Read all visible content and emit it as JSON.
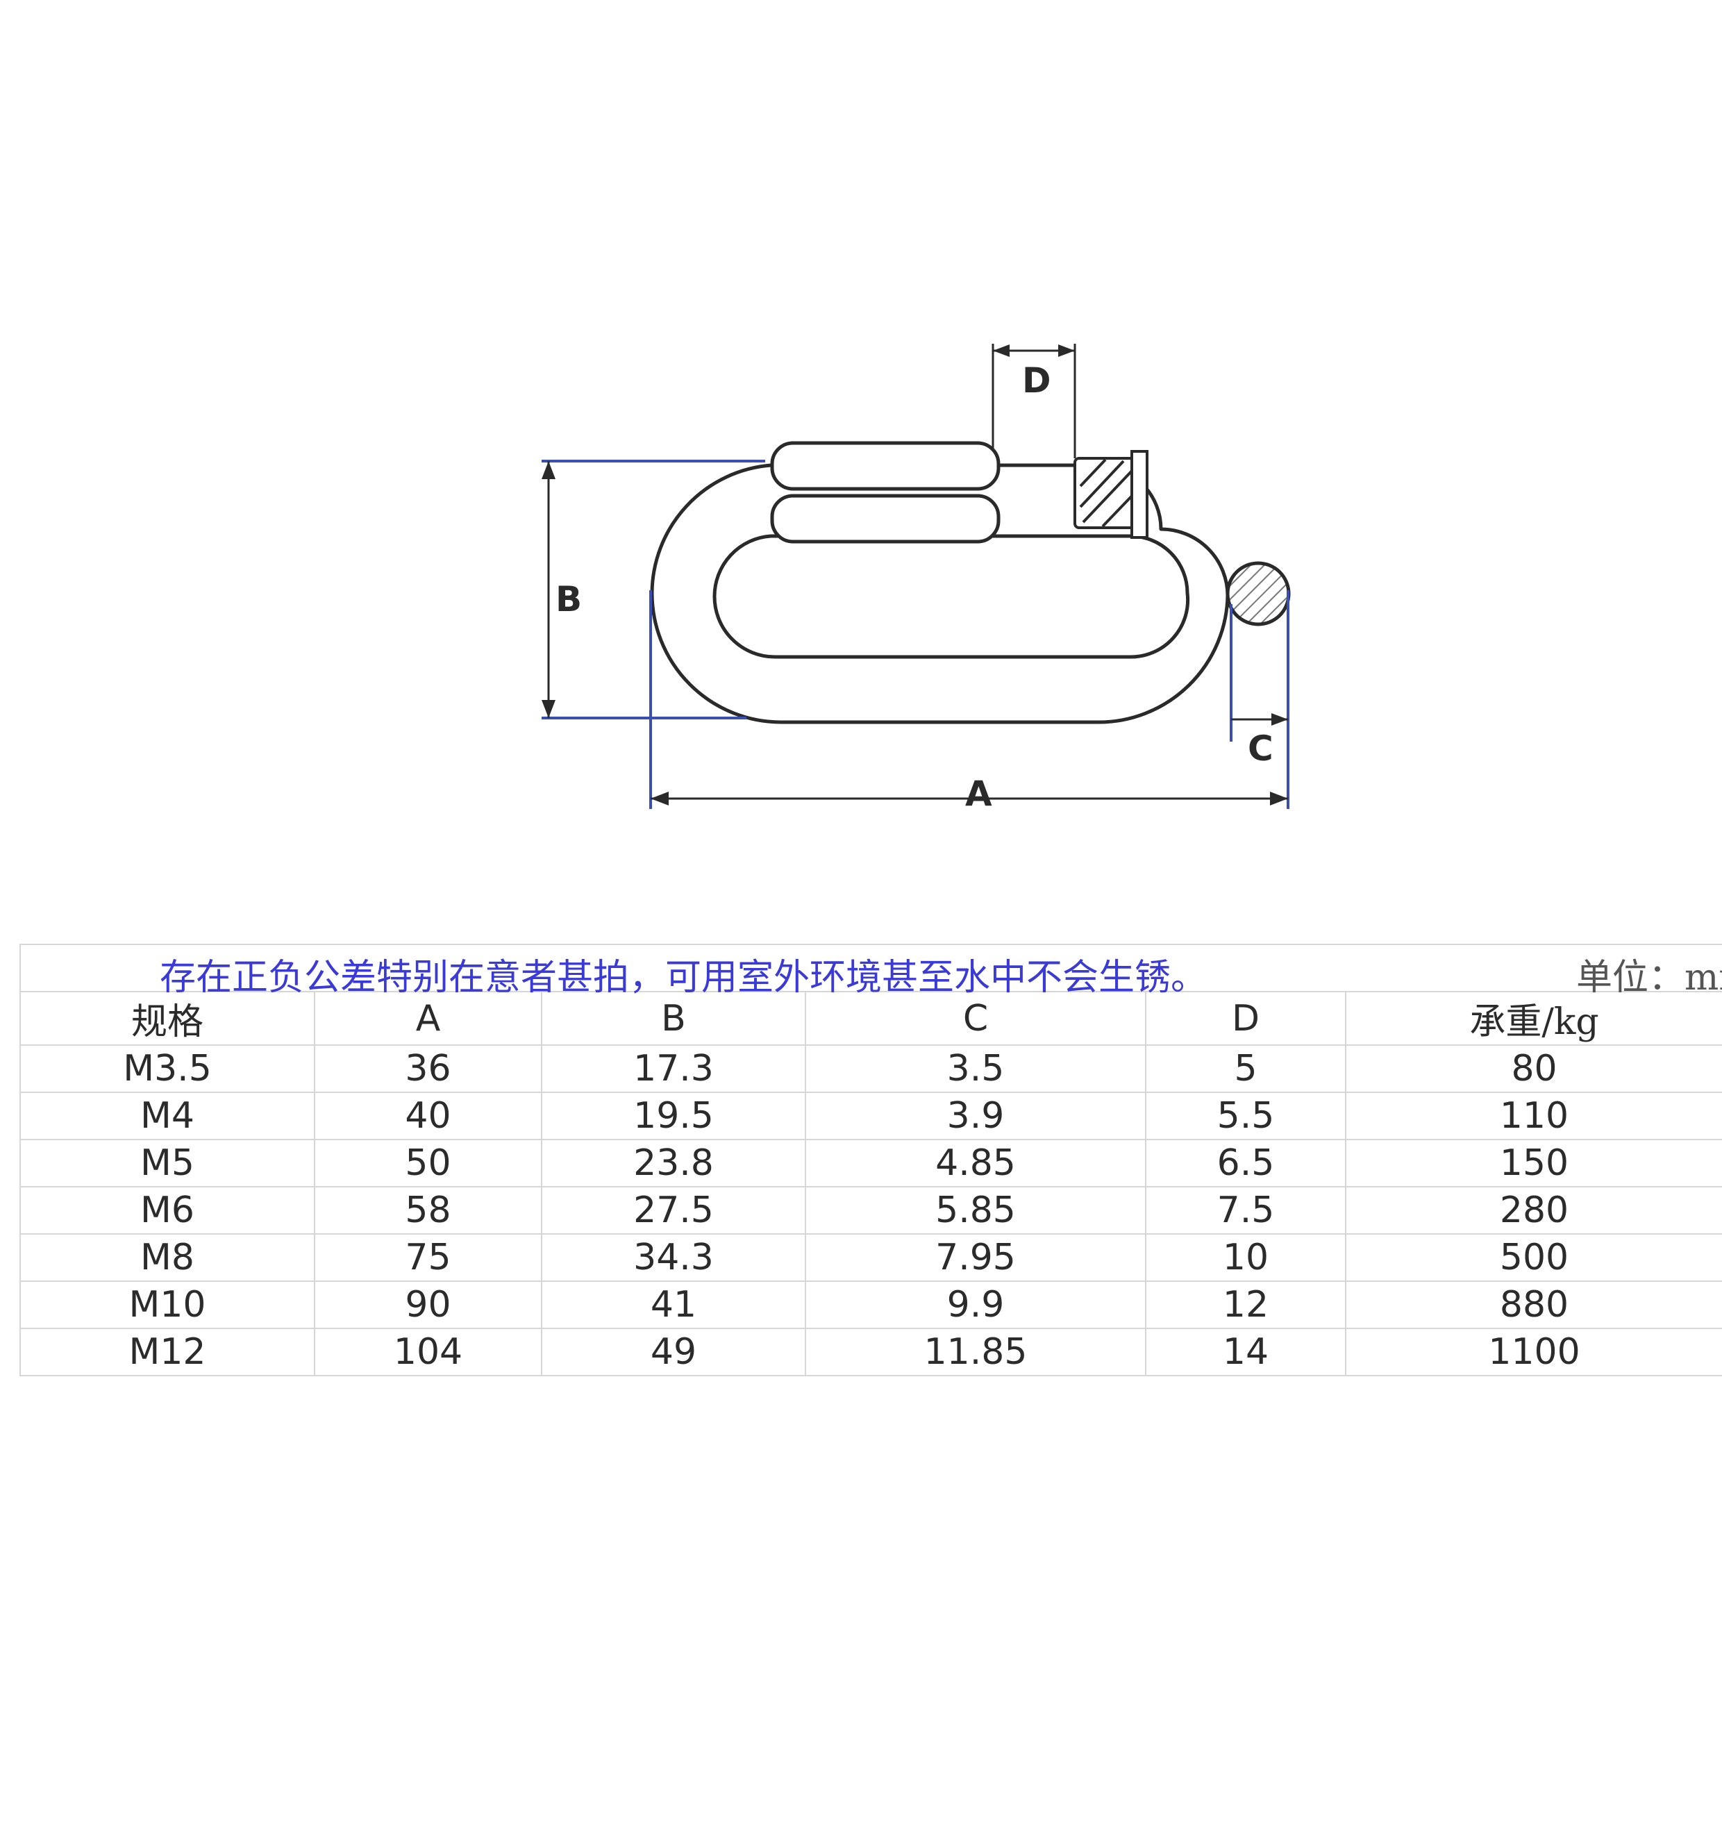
{
  "diagram": {
    "labels": {
      "a": "A",
      "b": "B",
      "c": "C",
      "d": "D"
    },
    "colors": {
      "outline": "#2a2a2a",
      "dimension": "#3a4fb0",
      "hatch": "#777777"
    }
  },
  "table": {
    "note": "存在正负公差特别在意者甚拍，可用室外环境甚至水中不会生锈。",
    "unit": "单位：mm",
    "headers": [
      "规格",
      "A",
      "B",
      "C",
      "D",
      "承重/kg"
    ],
    "rows": [
      [
        "M3.5",
        "36",
        "17.3",
        "3.5",
        "5",
        "80"
      ],
      [
        "M4",
        "40",
        "19.5",
        "3.9",
        "5.5",
        "110"
      ],
      [
        "M5",
        "50",
        "23.8",
        "4.85",
        "6.5",
        "150"
      ],
      [
        "M6",
        "58",
        "27.5",
        "5.85",
        "7.5",
        "280"
      ],
      [
        "M8",
        "75",
        "34.3",
        "7.95",
        "10",
        "500"
      ],
      [
        "M10",
        "90",
        "41",
        "9.9",
        "12",
        "880"
      ],
      [
        "M12",
        "104",
        "49",
        "11.85",
        "14",
        "1100"
      ]
    ]
  }
}
